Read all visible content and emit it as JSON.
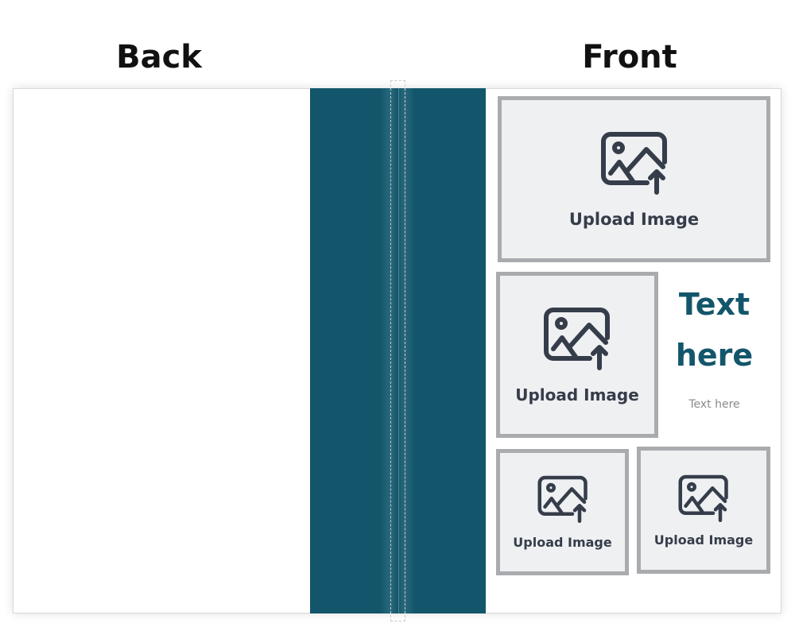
{
  "labels": {
    "back": "Back",
    "front": "Front"
  },
  "colors": {
    "spine": "#13566b",
    "placeholder_fill": "#eff0f2",
    "placeholder_border": "#aaabaf",
    "icon": "#363d4a",
    "title_text": "#13566b",
    "sub_text": "#8a8a8a"
  },
  "front": {
    "upload_slots": [
      {
        "label": "Upload Image",
        "icon": "image-upload-icon"
      },
      {
        "label": "Upload Image",
        "icon": "image-upload-icon"
      },
      {
        "label": "Upload Image",
        "icon": "image-upload-icon"
      },
      {
        "label": "Upload Image",
        "icon": "image-upload-icon"
      }
    ],
    "title_text": {
      "line1": "Text",
      "line2": "here"
    },
    "sub_text": "Text here"
  }
}
